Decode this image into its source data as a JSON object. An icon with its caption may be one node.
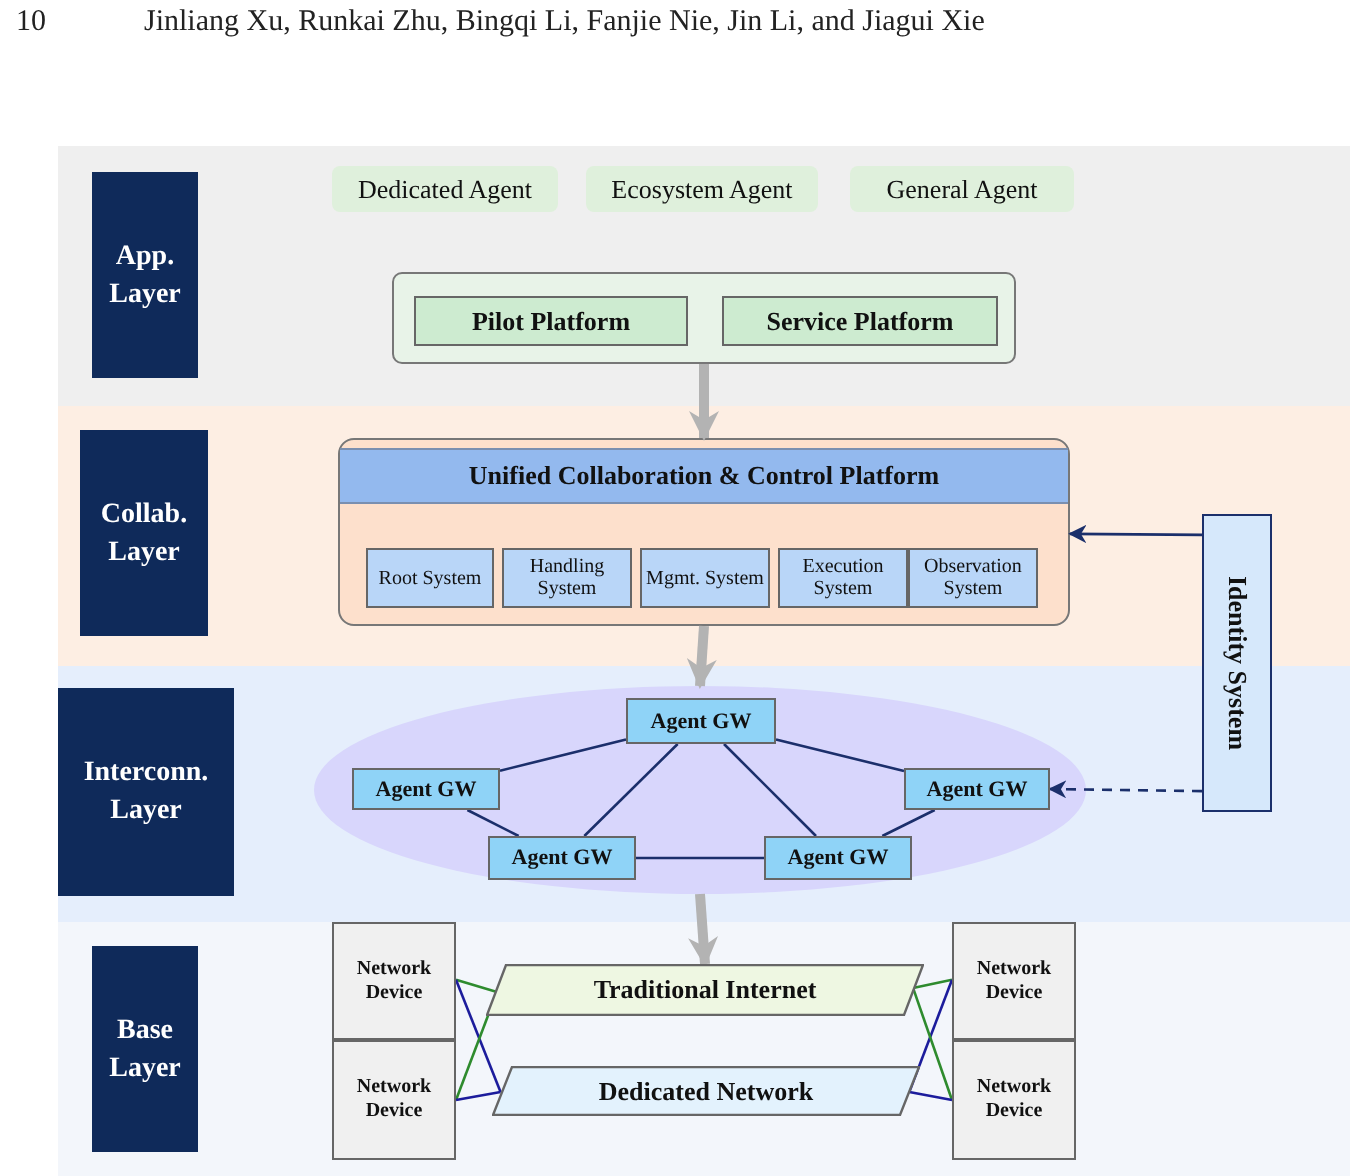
{
  "diagram": {
    "nodes": [
      {
        "text": [
          "App. Layer"
        ]
      },
      {
        "text": [
          "Dedicated Agent"
        ]
      },
      {
        "text": [
          "Ecosystem Agent"
        ]
      },
      {
        "text": [
          "General Agent"
        ]
      },
      {
        "text": [],
        "shape": "box"
      },
      {
        "text": [
          "Pilot Platform"
        ],
        "in": 4
      },
      {
        "text": [
          "Service Platform"
        ],
        "in": 4
      },
      {
        "text": [
          "Collab. Layer"
        ]
      },
      {
        "text": [
          "Unified Collaboration & Control Platform"
        ]
      },
      {
        "text": [
          "Root System"
        ],
        "in": 8
      },
      {
        "text": [
          "Handling System"
        ],
        "in": 8
      },
      {
        "text": [
          "Mgmt. System"
        ],
        "in": 8
      },
      {
        "text": [
          "Execution System"
        ],
        "in": 8
      },
      {
        "text": [
          "Observation System"
        ],
        "in": 8
      },
      {
        "text": [
          "Identity System"
        ]
      },
      {
        "text": [
          "Interconn. Layer"
        ]
      },
      {
        "text": [],
        "shape": "ellipse"
      },
      {
        "text": [
          "Agent GW"
        ],
        "in": 16
      },
      {
        "text": [
          "Agent GW"
        ],
        "in": 16
      },
      {
        "text": [
          "Agent GW"
        ],
        "in": 16
      },
      {
        "text": [
          "Agent GW"
        ],
        "in": 16
      },
      {
        "text": [
          "Agent GW"
        ],
        "in": 16
      },
      {
        "text": [
          "Base Layer"
        ]
      },
      {
        "text": [
          "Network Device"
        ]
      },
      {
        "text": [
          "Network Device"
        ]
      },
      {
        "text": [
          "Traditional Internet"
        ]
      },
      {
        "text": [
          "Dedicated Network"
        ]
      },
      {
        "text": [
          "Network Device"
        ]
      },
      {
        "text": [
          "Network Device"
        ]
      }
    ],
    "edges": [
      {
        "from": 4,
        "to": 8,
        "arrow": "to",
        "style": "thick",
        "color": "#b3b3b3"
      },
      {
        "from": 8,
        "to": 16,
        "arrow": "to",
        "style": "thick",
        "color": "#b3b3b3"
      },
      {
        "from": 16,
        "to": 25,
        "arrow": "to",
        "style": "thick",
        "color": "#b3b3b3"
      },
      {
        "from": 14,
        "to": 8,
        "arrow": "to"
      },
      {
        "from": 17,
        "to": 18,
        "arrow": "none"
      },
      {
        "from": 17,
        "to": 19,
        "arrow": "none"
      },
      {
        "from": 17,
        "to": 20,
        "arrow": "none"
      },
      {
        "from": 17,
        "to": 21,
        "arrow": "none"
      },
      {
        "from": 18,
        "to": 20,
        "arrow": "none"
      },
      {
        "from": 19,
        "to": 21,
        "arrow": "none"
      },
      {
        "from": 20,
        "to": 21,
        "arrow": "none"
      },
      {
        "from": 14,
        "to": 19,
        "arrow": "to",
        "style": "dashed"
      },
      {
        "from": 23,
        "to": 25,
        "arrow": "none",
        "color": "#2e8b2e"
      },
      {
        "from": 23,
        "to": 26,
        "arrow": "none",
        "color": "#1c1c9c"
      },
      {
        "from": 24,
        "to": 25,
        "arrow": "none",
        "color": "#2e8b2e"
      },
      {
        "from": 24,
        "to": 26,
        "arrow": "none",
        "color": "#1c1c9c"
      },
      {
        "from": 27,
        "to": 25,
        "arrow": "none",
        "color": "#2e8b2e"
      },
      {
        "from": 27,
        "to": 26,
        "arrow": "none",
        "color": "#1c1c9c"
      },
      {
        "from": 28,
        "to": 25,
        "arrow": "none",
        "color": "#2e8b2e"
      },
      {
        "from": 28,
        "to": 26,
        "arrow": "none",
        "color": "#1c1c9c"
      }
    ],
    "labels": [
      "10",
      "Jinliang Xu, Runkai Zhu, Bingqi Li, Fanjie Nie, Jin Li, and Jiagui Xie"
    ]
  }
}
